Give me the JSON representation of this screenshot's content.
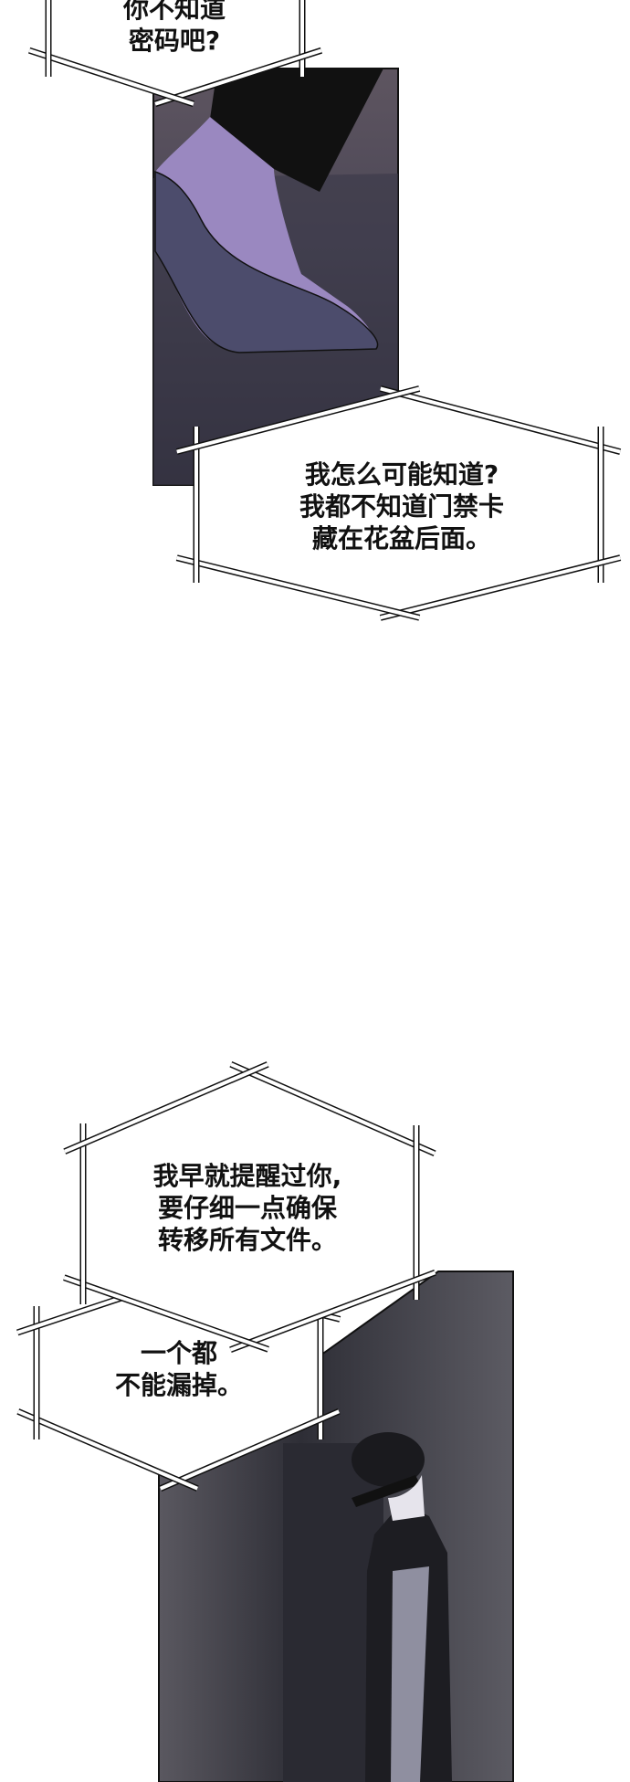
{
  "bubbles": [
    {
      "lines": [
        "你不知道",
        "密码吧?"
      ]
    },
    {
      "lines": [
        "我怎么可能知道?",
        "我都不知道门禁卡",
        "藏在花盆后面。"
      ]
    },
    {
      "lines": [
        "我早就提醒过你,",
        "要仔细一点确保",
        "转移所有文件。"
      ]
    },
    {
      "lines": [
        "一个都",
        "不能漏掉。"
      ]
    }
  ],
  "colors": {
    "panel1_top": "#5e5560",
    "panel1_bottom": "#2c2a38",
    "panel2": "#55545c",
    "sock": "#9a88c0"
  }
}
